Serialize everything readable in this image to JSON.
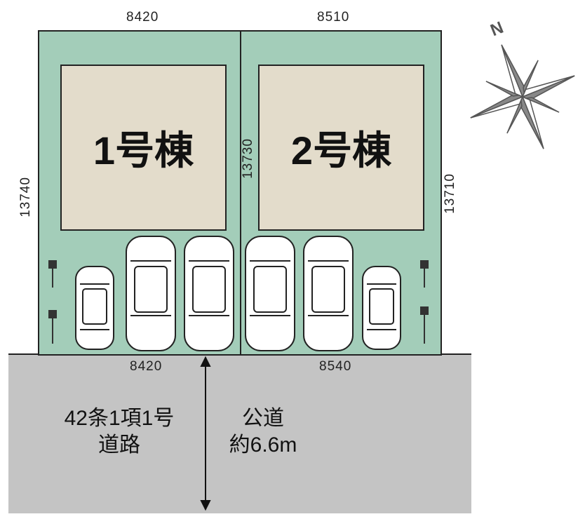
{
  "lots": [
    {
      "label": "1号棟",
      "top_width": "8420",
      "bottom_width": "8420",
      "left_depth": "13740",
      "right_depth": "13730"
    },
    {
      "label": "2号棟",
      "top_width": "8510",
      "bottom_width": "8540",
      "right_depth": "13710"
    }
  ],
  "road": {
    "type_label": "42条1項1号",
    "type_label2": "道路",
    "public_label": "公道",
    "width_label": "約6.6m"
  },
  "compass": {
    "north_label": "N"
  },
  "colors": {
    "lot": "#a3cdb9",
    "house": "#e3dccb",
    "road": "#c4c4c4"
  }
}
